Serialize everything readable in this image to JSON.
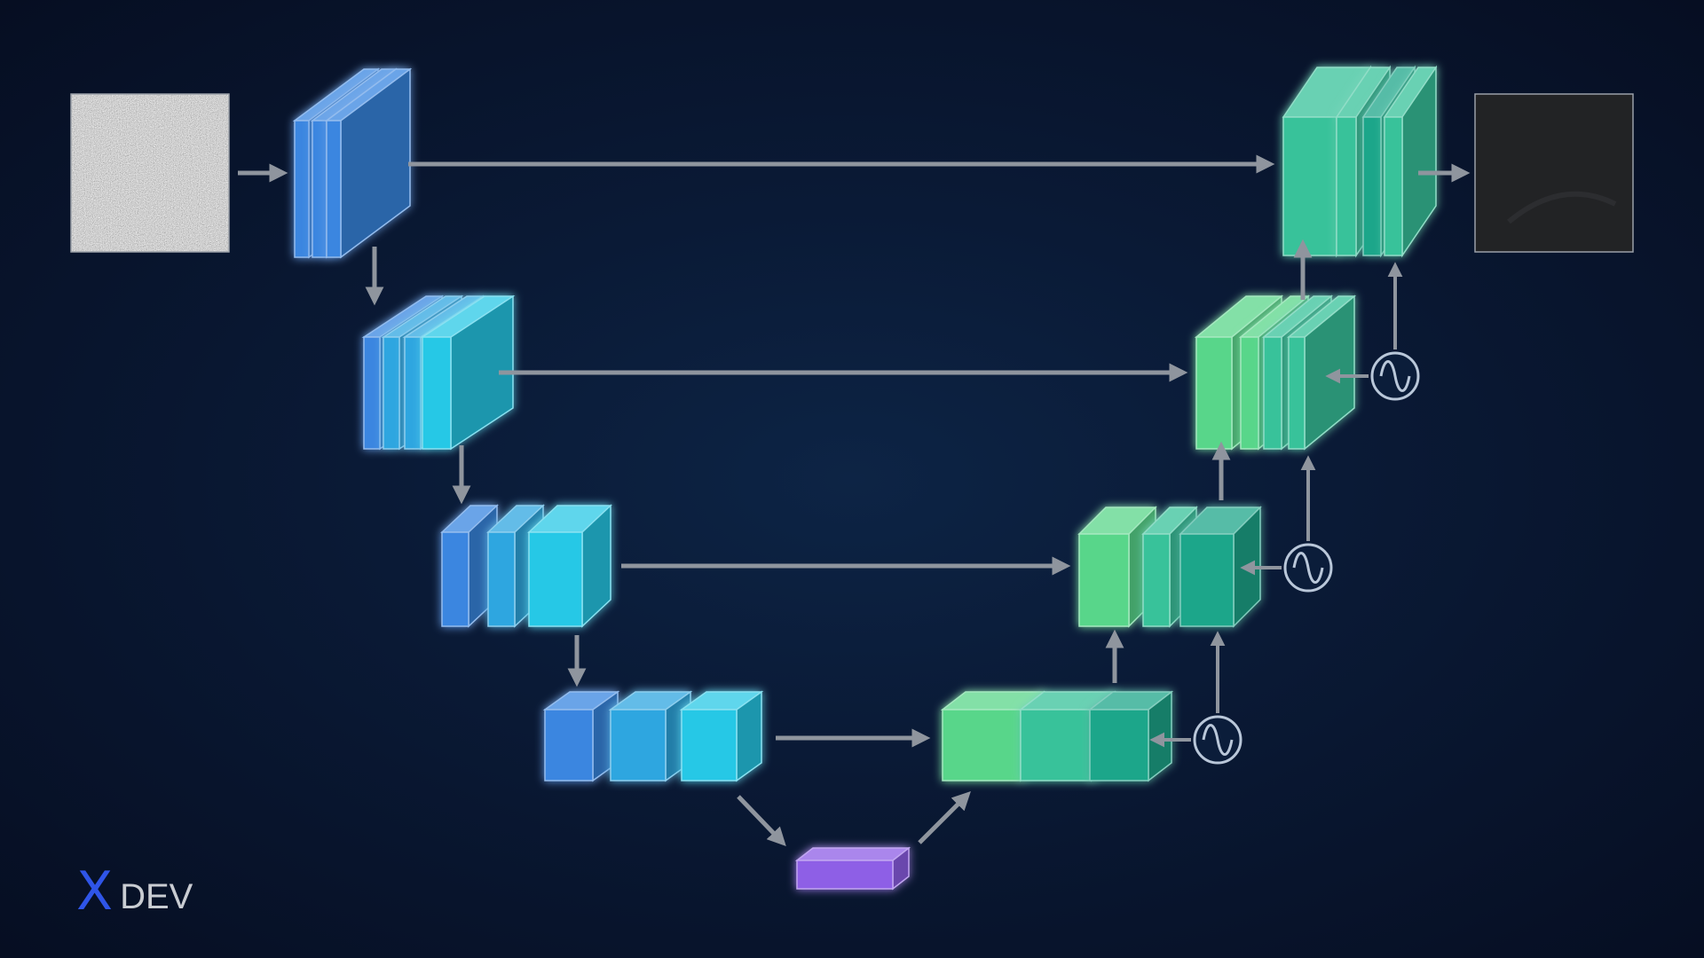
{
  "diagram": {
    "kind": "U-Net denoising architecture",
    "input_image": "noise",
    "output_image": "denoised",
    "encoder_colors": [
      "#3a86e0",
      "#2fa6e0",
      "#28c8e6"
    ],
    "decoder_colors": [
      "#59d68a",
      "#37c29a",
      "#1fa68a"
    ],
    "bottleneck_color": "#8e5ee6",
    "arrow_color": "#8f959e",
    "embedding_icon": "sine-wave-icon"
  },
  "logo": {
    "mark": "X",
    "text": "DEV",
    "mark_color": "#2f55e8",
    "text_color": "#c9ccd2"
  }
}
